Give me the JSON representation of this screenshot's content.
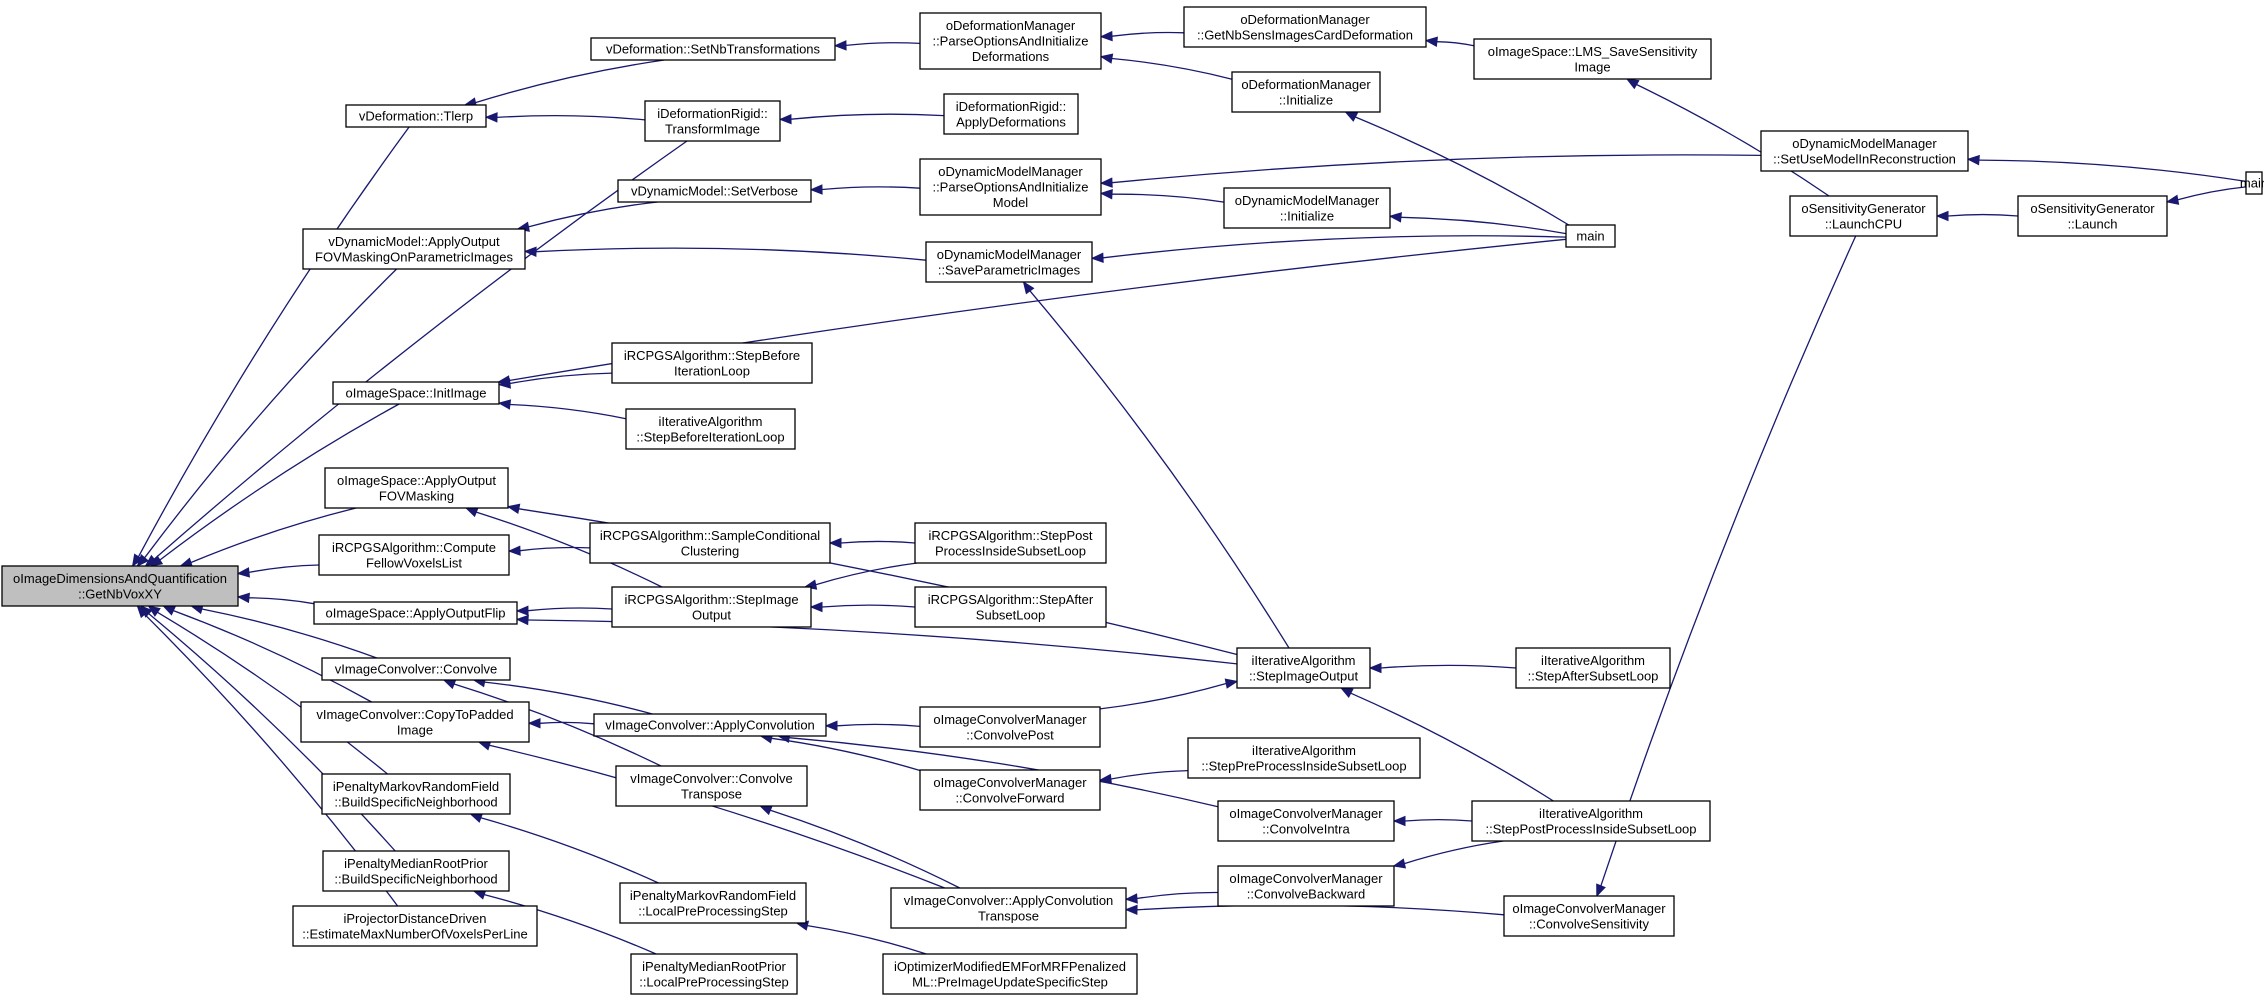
{
  "diagram": {
    "title": "",
    "nodes": [
      {
        "id": "root",
        "lines": [
          "oImageDimensionsAndQuantification",
          "::GetNbVoxXY"
        ],
        "root": true
      },
      {
        "id": "vdefTlerp",
        "lines": [
          "vDeformation::Tlerp"
        ]
      },
      {
        "id": "vdefSetNb",
        "lines": [
          "vDeformation::SetNbTransformations"
        ]
      },
      {
        "id": "odmParseDef",
        "lines": [
          "oDeformationManager",
          "::ParseOptionsAndInitialize",
          "Deformations"
        ]
      },
      {
        "id": "odmGetNb",
        "lines": [
          "oDeformationManager",
          "::GetNbSensImagesCardDeformation"
        ]
      },
      {
        "id": "oisLMS",
        "lines": [
          "oImageSpace::LMS_SaveSensitivity",
          "Image"
        ]
      },
      {
        "id": "odmInit",
        "lines": [
          "oDeformationManager",
          "::Initialize"
        ]
      },
      {
        "id": "idrTransform",
        "lines": [
          "iDeformationRigid::",
          "TransformImage"
        ]
      },
      {
        "id": "idrApply",
        "lines": [
          "iDeformationRigid::",
          "ApplyDeformations"
        ]
      },
      {
        "id": "vdmSetVerbose",
        "lines": [
          "vDynamicModel::SetVerbose"
        ]
      },
      {
        "id": "odymParse",
        "lines": [
          "oDynamicModelManager",
          "::ParseOptionsAndInitialize",
          "Model"
        ]
      },
      {
        "id": "odymSetUse",
        "lines": [
          "oDynamicModelManager",
          "::SetUseModelInReconstruction"
        ]
      },
      {
        "id": "mainTop",
        "lines": [
          "main"
        ]
      },
      {
        "id": "odymInit",
        "lines": [
          "oDynamicModelManager",
          "::Initialize"
        ]
      },
      {
        "id": "vdmApplyOutput",
        "lines": [
          "vDynamicModel::ApplyOutput",
          "FOVMaskingOnParametricImages"
        ]
      },
      {
        "id": "odymSavePar",
        "lines": [
          "oDynamicModelManager",
          "::SaveParametricImages"
        ]
      },
      {
        "id": "mainMid",
        "lines": [
          "main"
        ]
      },
      {
        "id": "osgLaunchCPU",
        "lines": [
          "oSensitivityGenerator",
          "::LaunchCPU"
        ]
      },
      {
        "id": "osgLaunch",
        "lines": [
          "oSensitivityGenerator",
          "::Launch"
        ]
      },
      {
        "id": "oisInit",
        "lines": [
          "oImageSpace::InitImage"
        ]
      },
      {
        "id": "ircpgsStepBefore",
        "lines": [
          "iRCPGSAlgorithm::StepBefore",
          "IterationLoop"
        ]
      },
      {
        "id": "iiaStepBefore",
        "lines": [
          "iIterativeAlgorithm",
          "::StepBeforeIterationLoop"
        ]
      },
      {
        "id": "oisApplyFOV",
        "lines": [
          "oImageSpace::ApplyOutput",
          "FOVMasking"
        ]
      },
      {
        "id": "ircpgsCompute",
        "lines": [
          "iRCPGSAlgorithm::Compute",
          "FellowVoxelsList"
        ]
      },
      {
        "id": "ircpgsSample",
        "lines": [
          "iRCPGSAlgorithm::SampleConditional",
          "Clustering"
        ]
      },
      {
        "id": "ircpgsStepPost",
        "lines": [
          "iRCPGSAlgorithm::StepPost",
          "ProcessInsideSubsetLoop"
        ]
      },
      {
        "id": "oisFlip",
        "lines": [
          "oImageSpace::ApplyOutputFlip"
        ]
      },
      {
        "id": "ircpgsStepImage",
        "lines": [
          "iRCPGSAlgorithm::StepImage",
          "Output"
        ]
      },
      {
        "id": "ircpgsStepAfter",
        "lines": [
          "iRCPGSAlgorithm::StepAfter",
          "SubsetLoop"
        ]
      },
      {
        "id": "iiaStepImage",
        "lines": [
          "iIterativeAlgorithm",
          "::StepImageOutput"
        ]
      },
      {
        "id": "iiaStepAfter",
        "lines": [
          "iIterativeAlgorithm",
          "::StepAfterSubsetLoop"
        ]
      },
      {
        "id": "vicConvolve",
        "lines": [
          "vImageConvolver::Convolve"
        ]
      },
      {
        "id": "vicCopy",
        "lines": [
          "vImageConvolver::CopyToPadded",
          "Image"
        ]
      },
      {
        "id": "vicApplyConv",
        "lines": [
          "vImageConvolver::ApplyConvolution"
        ]
      },
      {
        "id": "oicmPost",
        "lines": [
          "oImageConvolverManager",
          "::ConvolvePost"
        ]
      },
      {
        "id": "iiaStepPre",
        "lines": [
          "iIterativeAlgorithm",
          "::StepPreProcessInsideSubsetLoop"
        ]
      },
      {
        "id": "oicmForward",
        "lines": [
          "oImageConvolverManager",
          "::ConvolveForward"
        ]
      },
      {
        "id": "vicConvT",
        "lines": [
          "vImageConvolver::Convolve",
          "Transpose"
        ]
      },
      {
        "id": "ipmrfBuild",
        "lines": [
          "iPenaltyMarkovRandomField",
          "::BuildSpecificNeighborhood"
        ]
      },
      {
        "id": "oicmIntra",
        "lines": [
          "oImageConvolverManager",
          "::ConvolveIntra"
        ]
      },
      {
        "id": "iiaStepPost",
        "lines": [
          "iIterativeAlgorithm",
          "::StepPostProcessInsideSubsetLoop"
        ]
      },
      {
        "id": "ipmrpBuild",
        "lines": [
          "iPenaltyMedianRootPrior",
          "::BuildSpecificNeighborhood"
        ]
      },
      {
        "id": "oicmBackward",
        "lines": [
          "oImageConvolverManager",
          "::ConvolveBackward"
        ]
      },
      {
        "id": "ipmrfLocal",
        "lines": [
          "iPenaltyMarkovRandomField",
          "::LocalPreProcessingStep"
        ]
      },
      {
        "id": "vicApplyConvT",
        "lines": [
          "vImageConvolver::ApplyConvolution",
          "Transpose"
        ]
      },
      {
        "id": "oicmSens",
        "lines": [
          "oImageConvolverManager",
          "::ConvolveSensitivity"
        ]
      },
      {
        "id": "ipddEstimate",
        "lines": [
          "iProjectorDistanceDriven",
          "::EstimateMaxNumberOfVoxelsPerLine"
        ]
      },
      {
        "id": "ipmrpLocal",
        "lines": [
          "iPenaltyMedianRootPrior",
          "::LocalPreProcessingStep"
        ]
      },
      {
        "id": "ioptPre",
        "lines": [
          "iOptimizerModifiedEMForMRFPenalized",
          "ML::PreImageUpdateSpecificStep"
        ]
      }
    ],
    "edges": [
      [
        "vdefTlerp",
        "root"
      ],
      [
        "vdmApplyOutput",
        "root"
      ],
      [
        "idrTransform",
        "root"
      ],
      [
        "oisInit",
        "root"
      ],
      [
        "oisApplyFOV",
        "root"
      ],
      [
        "ircpgsCompute",
        "root"
      ],
      [
        "oisFlip",
        "root"
      ],
      [
        "vicConvolve",
        "root"
      ],
      [
        "vicCopy",
        "root"
      ],
      [
        "ipmrfBuild",
        "root"
      ],
      [
        "ipmrpBuild",
        "root"
      ],
      [
        "ipddEstimate",
        "root"
      ],
      [
        "vdefSetNb",
        "vdefTlerp"
      ],
      [
        "idrTransform",
        "vdefTlerp"
      ],
      [
        "odmParseDef",
        "vdefSetNb"
      ],
      [
        "odmGetNb",
        "odmParseDef"
      ],
      [
        "odmInit",
        "odmParseDef"
      ],
      [
        "oisLMS",
        "odmGetNb"
      ],
      [
        "osgLaunchCPU",
        "oisLMS"
      ],
      [
        "mainMid",
        "odmInit"
      ],
      [
        "idrApply",
        "idrTransform"
      ],
      [
        "vdmSetVerbose",
        "vdmApplyOutput"
      ],
      [
        "odymSavePar",
        "vdmApplyOutput"
      ],
      [
        "odymParse",
        "vdmSetVerbose"
      ],
      [
        "odymSetUse",
        "odymParse"
      ],
      [
        "odymInit",
        "odymParse"
      ],
      [
        "mainTop",
        "odymSetUse"
      ],
      [
        "mainMid",
        "odymInit"
      ],
      [
        "mainMid",
        "odymSavePar"
      ],
      [
        "iiaStepImage",
        "odymSavePar"
      ],
      [
        "osgLaunch",
        "osgLaunchCPU"
      ],
      [
        "mainTop",
        "osgLaunch"
      ],
      [
        "mainMid",
        "oisInit"
      ],
      [
        "ircpgsStepBefore",
        "oisInit"
      ],
      [
        "iiaStepBefore",
        "oisInit"
      ],
      [
        "iiaStepImage",
        "oisApplyFOV"
      ],
      [
        "ircpgsStepImage",
        "oisApplyFOV"
      ],
      [
        "ircpgsSample",
        "ircpgsCompute"
      ],
      [
        "ircpgsStepPost",
        "ircpgsSample"
      ],
      [
        "ircpgsStepPost",
        "ircpgsStepImage"
      ],
      [
        "ircpgsStepAfter",
        "ircpgsStepImage"
      ],
      [
        "ircpgsStepImage",
        "oisFlip"
      ],
      [
        "iiaStepImage",
        "oisFlip"
      ],
      [
        "iiaStepAfter",
        "iiaStepImage"
      ],
      [
        "iiaStepPost",
        "iiaStepImage"
      ],
      [
        "oicmPost",
        "iiaStepImage"
      ],
      [
        "vicApplyConv",
        "vicConvolve"
      ],
      [
        "vicConvT",
        "vicConvolve"
      ],
      [
        "vicApplyConv",
        "vicCopy"
      ],
      [
        "vicApplyConvT",
        "vicCopy"
      ],
      [
        "oicmPost",
        "vicApplyConv"
      ],
      [
        "oicmForward",
        "vicApplyConv"
      ],
      [
        "oicmIntra",
        "vicApplyConv"
      ],
      [
        "iiaStepPre",
        "oicmForward"
      ],
      [
        "iiaStepPost",
        "oicmIntra"
      ],
      [
        "iiaStepPost",
        "oicmBackward"
      ],
      [
        "vicApplyConvT",
        "vicConvT"
      ],
      [
        "oicmBackward",
        "vicApplyConvT"
      ],
      [
        "oicmSens",
        "vicApplyConvT"
      ],
      [
        "osgLaunchCPU",
        "oicmSens"
      ],
      [
        "ipmrfLocal",
        "ipmrfBuild"
      ],
      [
        "ioptPre",
        "ipmrfLocal"
      ],
      [
        "ipmrpLocal",
        "ipmrpBuild"
      ]
    ]
  }
}
